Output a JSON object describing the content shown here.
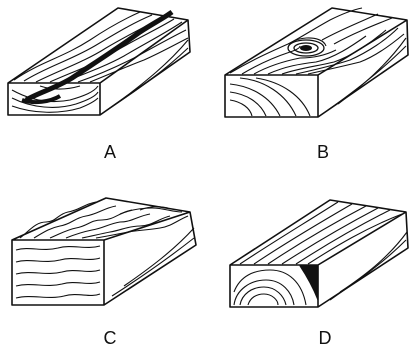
{
  "panels": [
    {
      "id": "a",
      "label": "A"
    },
    {
      "id": "b",
      "label": "B"
    },
    {
      "id": "c",
      "label": "C"
    },
    {
      "id": "d",
      "label": "D"
    }
  ],
  "colors": {
    "ink": "#111111",
    "background": "#ffffff"
  }
}
